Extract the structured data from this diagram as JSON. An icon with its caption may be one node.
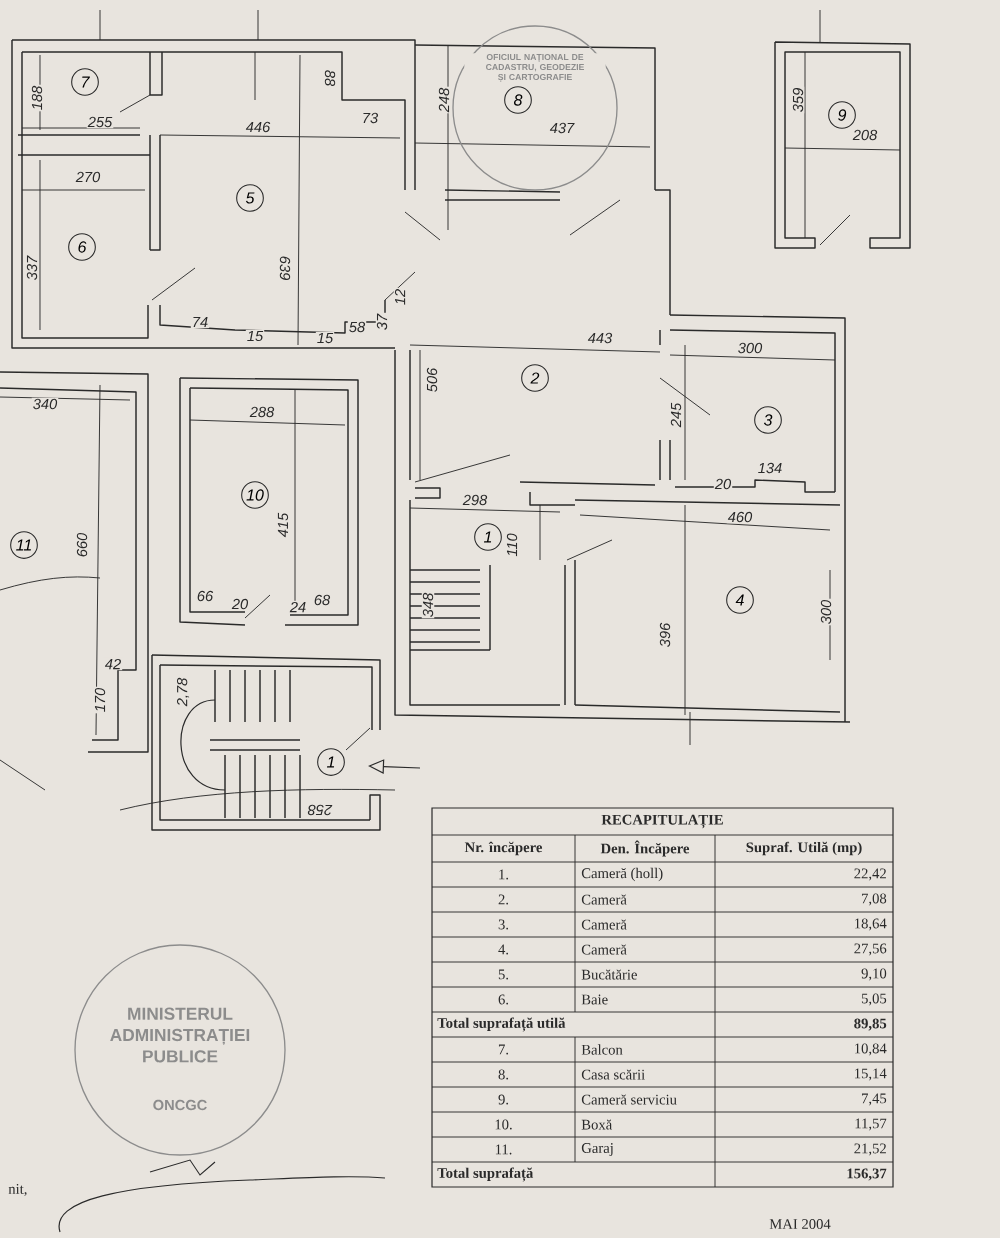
{
  "diagram": {
    "nodes": [
      {
        "text": [
          "7"
        ]
      },
      {
        "text": [
          "8"
        ]
      },
      {
        "text": [
          "9"
        ]
      },
      {
        "text": [
          "5"
        ]
      },
      {
        "text": [
          "6"
        ]
      },
      {
        "text": [
          "2"
        ]
      },
      {
        "text": [
          "3"
        ]
      },
      {
        "text": [
          "10"
        ]
      },
      {
        "text": [
          "1"
        ]
      },
      {
        "text": [
          "11"
        ]
      },
      {
        "text": [
          "4"
        ]
      },
      {
        "text": [
          "1"
        ]
      }
    ],
    "labels": [
      "188",
      "255",
      "446",
      "88",
      "73",
      "248",
      "437",
      "359",
      "208",
      "270",
      "337",
      "639",
      "74",
      "15",
      "15",
      "58",
      "37",
      "12",
      "443",
      "340",
      "288",
      "506",
      "300",
      "245",
      "134",
      "20",
      "298",
      "460",
      "660",
      "110",
      "415",
      "66",
      "20",
      "24",
      "68",
      "348",
      "396",
      "300",
      "42",
      "170",
      "2,78",
      "258",
      "OFICIUL NAȚIONAL DE CADASTRU, GEODEZIE ȘI CARTOGRAFIE",
      "RECAPITULAȚIE",
      "Nr. încăpere",
      "Den. Încăpere",
      "Supraf. Utilă (mp)",
      "1.",
      "Cameră (holl)",
      "22,42",
      "2.",
      "Cameră",
      "7,08",
      "3.",
      "Cameră",
      "18,64",
      "4.",
      "Cameră",
      "27,56",
      "5.",
      "Bucătărie",
      "9,10",
      "6.",
      "Baie",
      "5,05",
      "Total suprafață utilă",
      "89,85",
      "7.",
      "Balcon",
      "10,84",
      "8.",
      "Casa scării",
      "15,14",
      "9.",
      "Cameră serviciu",
      "7,45",
      "10.",
      "Boxă",
      "11,57",
      "11.",
      "Garaj",
      "21,52",
      "Total suprafață",
      "156,37",
      "MINISTERUL ADMINISTRAȚIEI PUBLICE",
      "ONCGC",
      "nit,",
      "MAI 2004"
    ]
  }
}
